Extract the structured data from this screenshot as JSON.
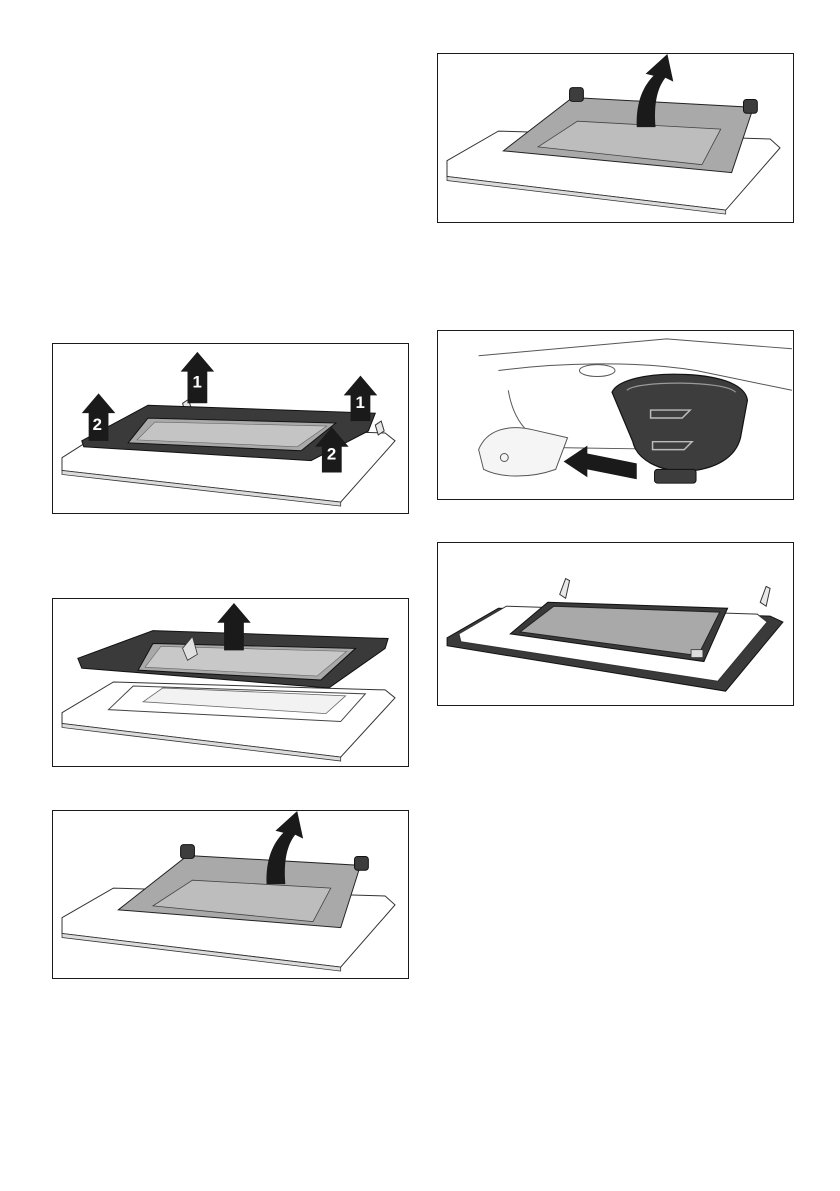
{
  "figures": [
    {
      "id": "fig-1",
      "step_labels": [
        "1",
        "1",
        "2",
        "2"
      ],
      "arrow_color": "#1a1a1a",
      "panel_color": "#3a3a3a"
    },
    {
      "id": "fig-2",
      "arrow_color": "#1a1a1a",
      "panel_color": "#3a3a3a"
    },
    {
      "id": "fig-3",
      "arrow_color": "#1a1a1a",
      "glass_color": "#a9a9a9"
    },
    {
      "id": "fig-4",
      "arrow_color": "#1a1a1a",
      "glass_color": "#a9a9a9"
    },
    {
      "id": "fig-5",
      "arrow_color": "#1a1a1a",
      "clip_color": "#3d3d3d"
    },
    {
      "id": "fig-6",
      "seal_color": "#3a3a3a",
      "glass_color": "#a9a9a9"
    }
  ]
}
